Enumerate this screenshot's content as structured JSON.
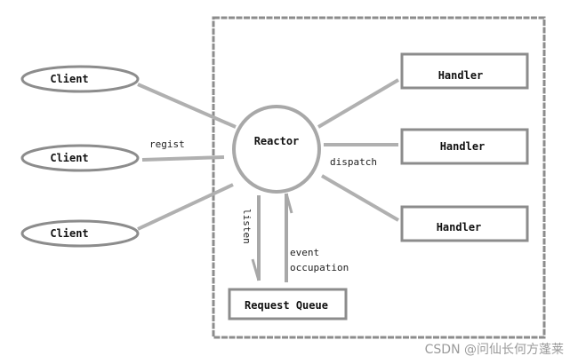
{
  "diagram": {
    "clients": [
      "Client",
      "Client",
      "Client"
    ],
    "reactor": "Reactor",
    "handlers": [
      "Handler",
      "Handler",
      "Handler"
    ],
    "queue": "Request Queue",
    "edge_labels": {
      "regist": "regist",
      "dispatch": "dispatch",
      "listen": "listen",
      "event_line1": "event",
      "event_line2": "occupation"
    },
    "watermark": "CSDN @问仙长何方蓬莱"
  },
  "colors": {
    "stroke": "#8c8c8c",
    "edge": "#b0b0b0",
    "text": "#111111"
  }
}
